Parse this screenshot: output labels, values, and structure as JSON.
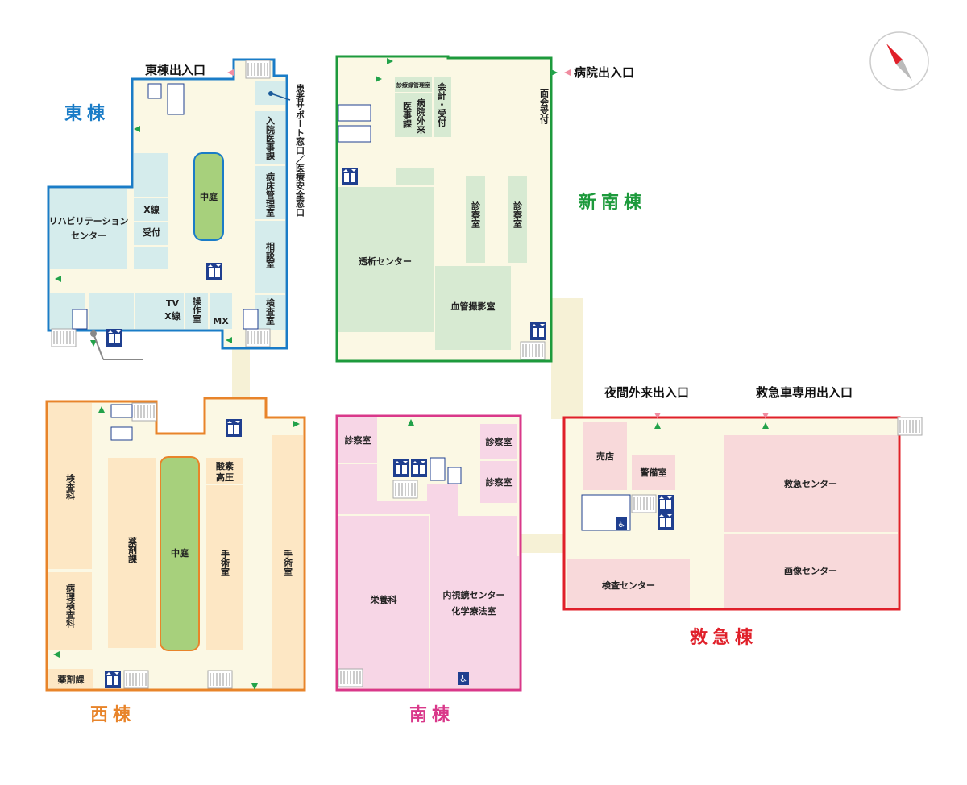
{
  "buildings": {
    "east": {
      "name": "東棟",
      "color": "#1a7cc7"
    },
    "new_south": {
      "name": "新南棟",
      "color": "#1d9a3c"
    },
    "west": {
      "name": "西棟",
      "color": "#e8842a"
    },
    "south": {
      "name": "南棟",
      "color": "#d9388a"
    },
    "emergency": {
      "name": "救急棟",
      "color": "#e0202a"
    }
  },
  "entrances": {
    "east": "東棟出入口",
    "hospital": "病院出入口",
    "night": "夜間外来出入口",
    "ambulance": "救急車専用出入口"
  },
  "callouts": {
    "patient_support": "患者サポート窓口／医療安全窓口"
  },
  "rooms": {
    "east": {
      "rehab_1": "リハビリテーション",
      "rehab_2": "センター",
      "xray": "X線",
      "reception": "受付",
      "courtyard": "中庭",
      "admission": "入院医事課",
      "bed_mgmt": "病床管理室",
      "consult": "相談室",
      "exam": "検査室",
      "tv_1": "TV",
      "tv_2": "X線",
      "control": "操作室",
      "mx": "MX"
    },
    "new_south": {
      "med_mgmt": "診療録管理室",
      "medical_affairs": "医事課",
      "outpatient": "病院外来",
      "payment": "会計・受付",
      "visit": "面会受付",
      "dialysis": "透析センター",
      "exam1": "診察室",
      "exam2": "診察室",
      "angio": "血管撮影室"
    },
    "west": {
      "lab": "検査科",
      "pathology": "病理検査科",
      "pharmacy": "薬剤課",
      "courtyard": "中庭",
      "oxygen_1": "酸素",
      "oxygen_2": "高圧",
      "surgery1": "手術室",
      "surgery2": "手術室",
      "pharmacy2": "薬剤課"
    },
    "south": {
      "exam_left": "診察室",
      "exam_r1": "診察室",
      "exam_r2": "診察室",
      "nutrition": "栄養科",
      "endo_1": "内視鏡センター",
      "endo_2": "化学療法室"
    },
    "emergency": {
      "shop": "売店",
      "security": "警備室",
      "er": "救急センター",
      "imaging": "画像センター",
      "lab": "検査センター"
    }
  },
  "icons": [
    "compass-icon",
    "elevator-icon",
    "stairs-icon",
    "wheelchair-icon",
    "restroom-icon",
    "male-icon",
    "female-icon",
    "entrance-arrow-icon"
  ],
  "colors": {
    "east_room": "#d5ecec",
    "floor": "#fbf8e4",
    "ns_room": "#d7ead2",
    "west_room": "#fde7c4",
    "south_room": "#f7d6e6",
    "er_room": "#f8d9da",
    "courtyard": "#a7d07c"
  }
}
